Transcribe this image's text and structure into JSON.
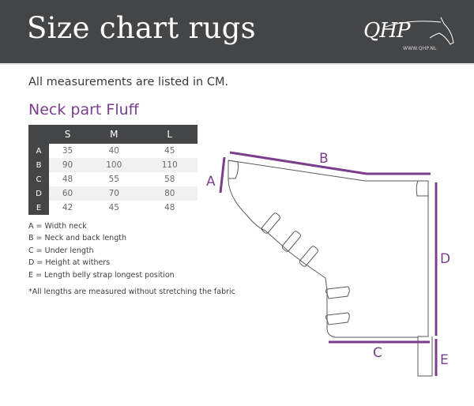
{
  "header": {
    "title": "Size chart rugs",
    "logo_text": "QHP",
    "logo_url_text": "WWW.QHP.NL",
    "background_color": "#444547"
  },
  "intro": "All measurements are listed in CM.",
  "section": {
    "title": "Neck part Fluff",
    "accent_color": "#7a3e8c"
  },
  "table": {
    "columns": [
      "S",
      "M",
      "L"
    ],
    "rows": [
      {
        "label": "A",
        "values": [
          "35",
          "40",
          "45"
        ]
      },
      {
        "label": "B",
        "values": [
          "90",
          "100",
          "110"
        ]
      },
      {
        "label": "C",
        "values": [
          "48",
          "55",
          "58"
        ]
      },
      {
        "label": "D",
        "values": [
          "60",
          "70",
          "80"
        ]
      },
      {
        "label": "E",
        "values": [
          "42",
          "45",
          "48"
        ]
      }
    ]
  },
  "legend": [
    "A = Width neck",
    "B = Neck and back length",
    "C = Under length",
    "D = Height at withers",
    "E = Length belly strap longest position"
  ],
  "note": "*All lengths are measured without stretching the fabric",
  "diagram": {
    "labels": {
      "A": "A",
      "B": "B",
      "C": "C",
      "D": "D",
      "E": "E"
    }
  }
}
